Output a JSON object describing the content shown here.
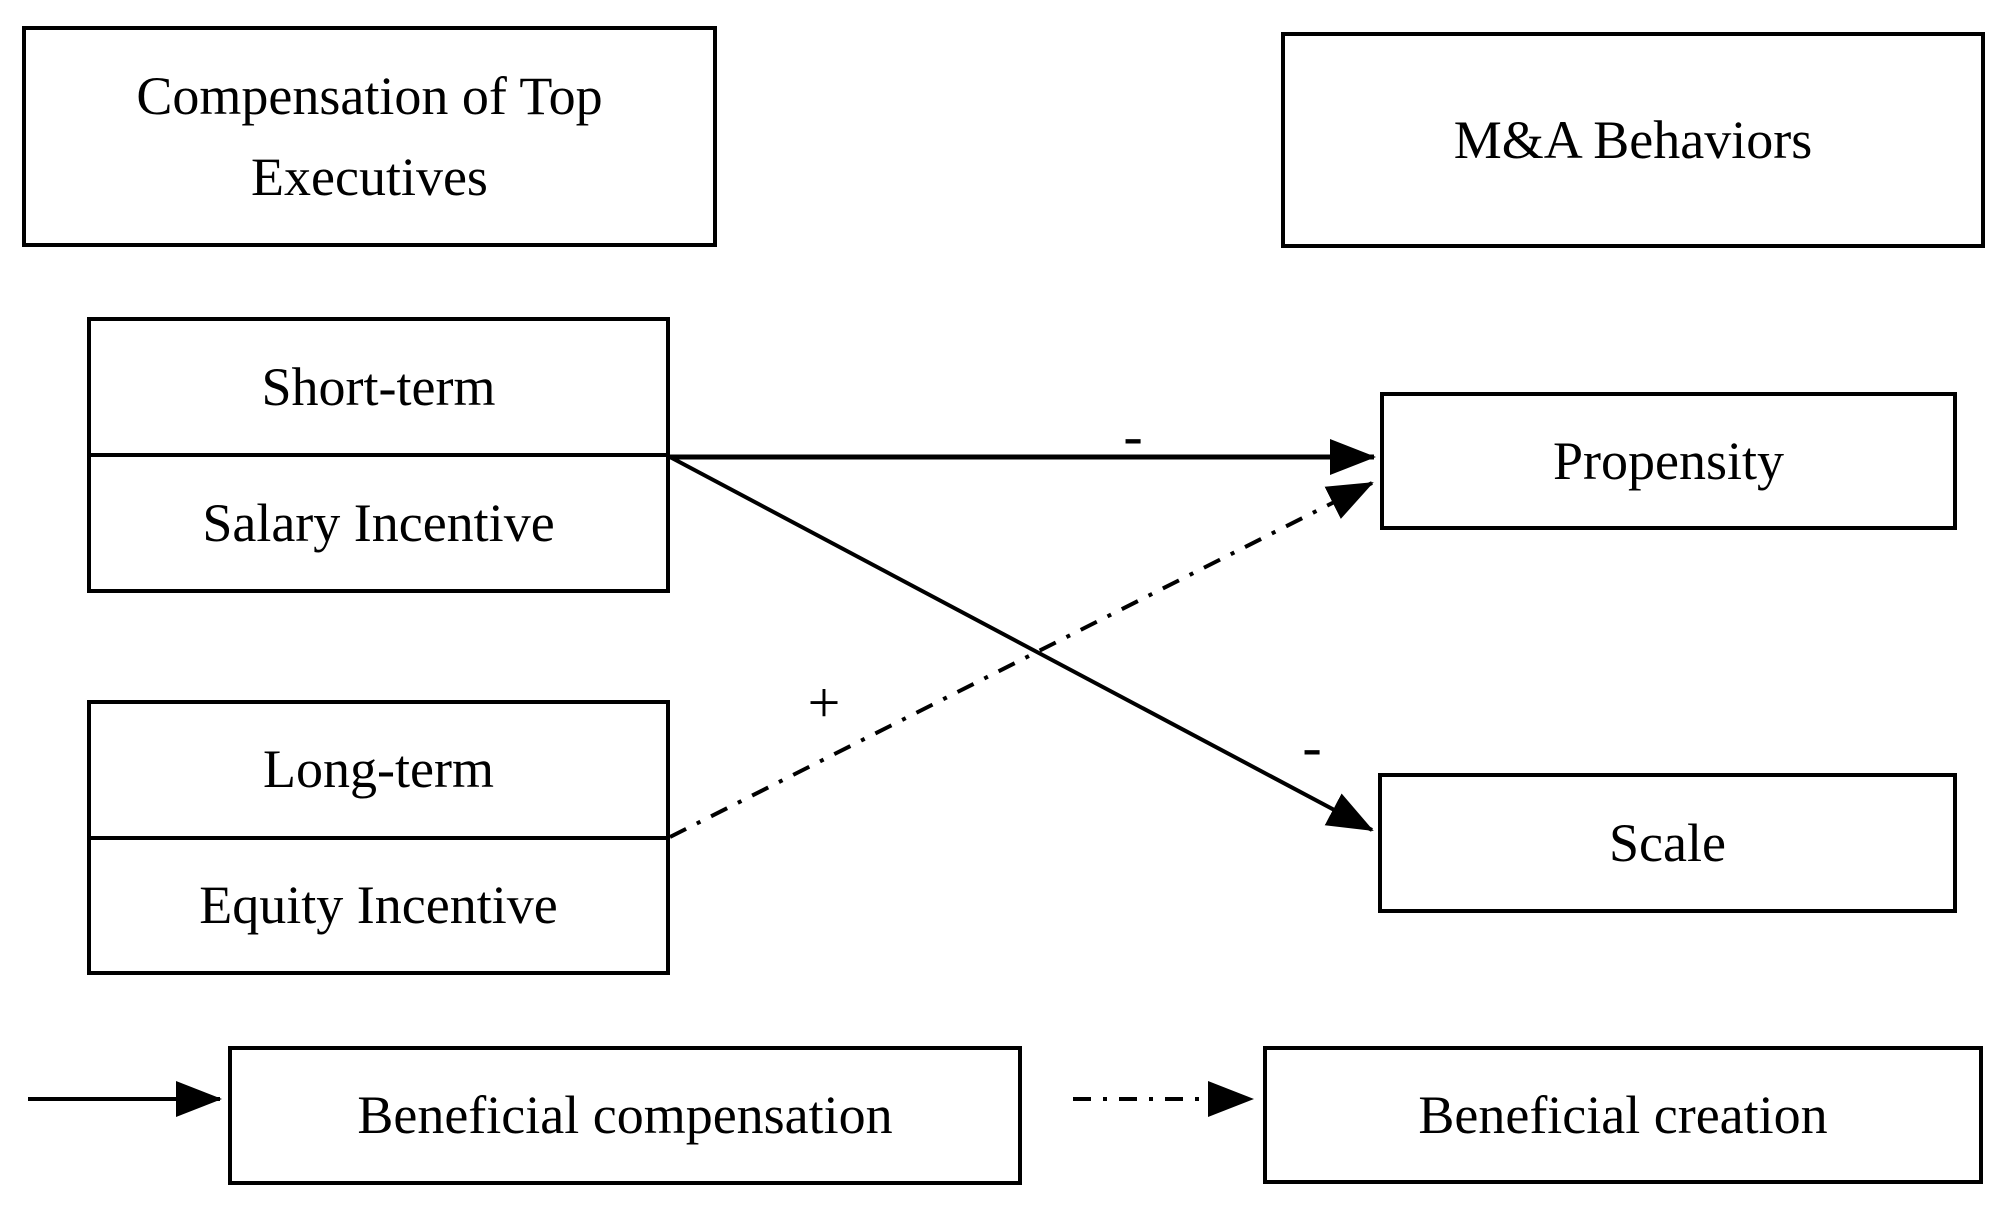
{
  "diagram": {
    "column_headers": {
      "left": "Compensation of Top Executives",
      "right": "M&A Behaviors"
    },
    "left_nodes": [
      {
        "top": "Short-term",
        "bottom": "Salary Incentive"
      },
      {
        "top": "Long-term",
        "bottom": "Equity Incentive"
      }
    ],
    "right_nodes": [
      {
        "label": "Propensity"
      },
      {
        "label": "Scale"
      }
    ],
    "edges": [
      {
        "from": "Short-term Salary Incentive",
        "to": "Propensity",
        "sign": "-",
        "style": "solid"
      },
      {
        "from": "Short-term Salary Incentive",
        "to": "Scale",
        "sign": "-",
        "style": "solid"
      },
      {
        "from": "Long-term Equity Incentive",
        "to": "Propensity",
        "sign": "+",
        "style": "dashdot"
      }
    ],
    "legend": [
      {
        "style": "solid",
        "label": "Beneficial compensation"
      },
      {
        "style": "dashdot",
        "label": "Beneficial creation"
      }
    ],
    "colors": {
      "line": "#000000",
      "background": "#ffffff"
    }
  }
}
